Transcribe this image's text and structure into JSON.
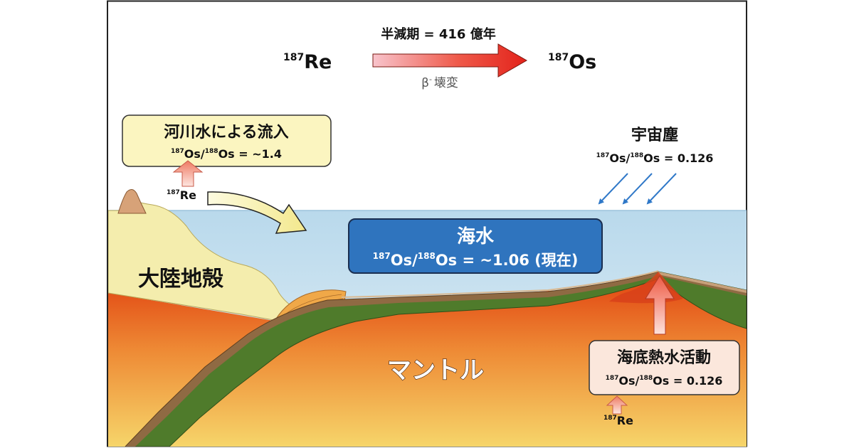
{
  "decay": {
    "parent": {
      "mass": "187",
      "symbol": "Re"
    },
    "daughter": {
      "mass": "187",
      "symbol": "Os"
    },
    "half_life": "半減期 = 416 億年",
    "mode_symbol": "β",
    "mode_sup": "-",
    "mode_text": "壊変"
  },
  "river": {
    "title": "河川水による流入",
    "ratio_m1": "187",
    "ratio_s1": "Os/",
    "ratio_m2": "188",
    "ratio_s2": "Os = ~1.4",
    "source_mass": "187",
    "source_symbol": "Re"
  },
  "cosmic": {
    "title": "宇宙塵",
    "ratio_m1": "187",
    "ratio_s1": "Os/",
    "ratio_m2": "188",
    "ratio_s2": "Os = 0.126"
  },
  "seawater": {
    "title": "海水",
    "ratio_m1": "187",
    "ratio_s1": "Os/",
    "ratio_m2": "188",
    "ratio_s2": "Os = ~1.06 (現在)"
  },
  "continent": {
    "label": "大陸地殻"
  },
  "mantle": {
    "label": "マントル"
  },
  "hydrothermal": {
    "title": "海底熱水活動",
    "ratio_m1": "187",
    "ratio_s1": "Os/",
    "ratio_m2": "188",
    "ratio_s2": "Os = 0.126",
    "source_mass": "187",
    "source_symbol": "Re"
  },
  "colors": {
    "seawater_box": "#2f74be",
    "river_box": "#fbf5c0",
    "hydrothermal_box": "#fbe7dc",
    "ocean": "#cfe4f0",
    "oceanic_crust": "#4f7b2b",
    "sediment": "#8a5a34",
    "mantle_hot": "#e24a14",
    "mantle_warm": "#f5cf66",
    "continent": "#f3eba9",
    "cosmic_arrow": "#2f78c8"
  }
}
